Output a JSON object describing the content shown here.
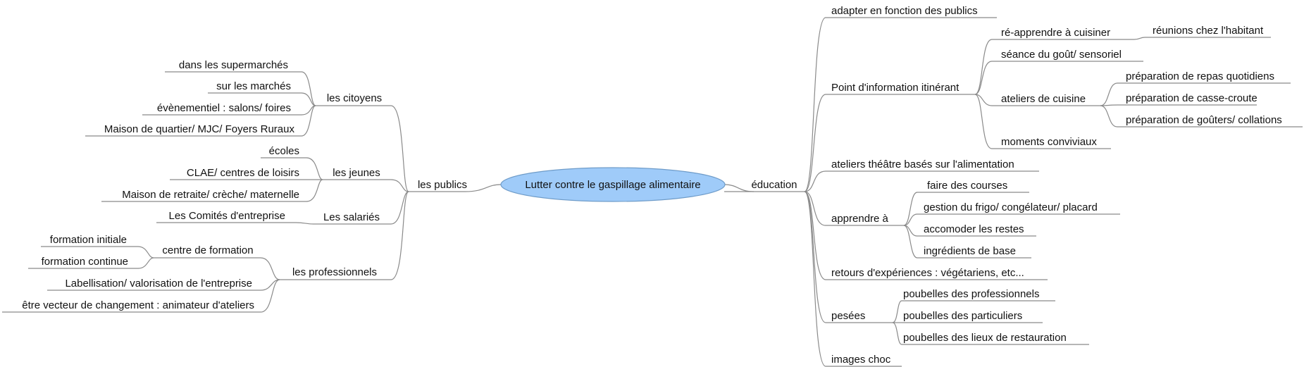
{
  "center": {
    "label": "Lutter contre le gaspillage alimentaire",
    "fill": "#9fcbf9",
    "stroke": "#6f9cc9"
  },
  "branches": {
    "publics": {
      "label": "les publics",
      "citoyens": {
        "label": "les citoyens",
        "items": [
          "dans les supermarchés",
          "sur les marchés",
          "évènementiel : salons/ foires",
          "Maison de quartier/ MJC/ Foyers Ruraux"
        ]
      },
      "jeunes": {
        "label": "les jeunes",
        "items": [
          "écoles",
          "CLAE/ centres de loisirs",
          "Maison de retraite/ crèche/ maternelle"
        ]
      },
      "salaries": {
        "label": "Les salariés",
        "items": [
          "Les Comités d'entreprise"
        ]
      },
      "professionnels": {
        "label": "les professionnels",
        "centre": {
          "label": "centre de formation",
          "items": [
            "formation initiale",
            "formation continue"
          ]
        },
        "items": [
          "Labellisation/ valorisation de l'entreprise",
          "être vecteur de changement : animateur d'ateliers"
        ]
      }
    },
    "education": {
      "label": "éducation",
      "adapter": "adapter en fonction des publics",
      "point": {
        "label": "Point d'information itinérant",
        "reapprendre": {
          "label": "ré-apprendre à cuisiner",
          "items": [
            "réunions chez l'habitant"
          ]
        },
        "seance": "séance du goût/ sensoriel",
        "ateliers": {
          "label": "ateliers de cuisine",
          "items": [
            "préparation de repas quotidiens",
            "préparation de casse-croute",
            "préparation de goûters/ collations"
          ]
        },
        "moments": "moments conviviaux"
      },
      "theatre": "ateliers théâtre basés sur l'alimentation",
      "apprendre": {
        "label": "apprendre à",
        "items": [
          "faire des courses",
          "gestion du frigo/ congélateur/ placard",
          "accomoder les restes",
          "ingrédients de base"
        ]
      },
      "retours": "retours d'expériences : végétariens, etc...",
      "pesees": {
        "label": "pesées",
        "items": [
          "poubelles des professionnels",
          "poubelles des particuliers",
          "poubelles des lieux de restauration"
        ]
      },
      "images": "images choc"
    }
  }
}
